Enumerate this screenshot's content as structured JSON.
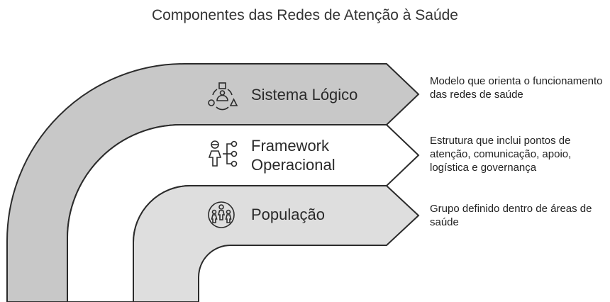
{
  "title": "Componentes das Redes de Atenção à Saúde",
  "colors": {
    "outer_band": "#c8c8c8",
    "middle_band": "#ffffff",
    "inner_band": "#dedede",
    "stroke": "#2b2b2b"
  },
  "components": [
    {
      "label_lines": [
        "Sistema Lógico"
      ],
      "icon": "network-people-icon",
      "description": "Modelo que orienta o funcionamento das redes de saúde"
    },
    {
      "label_lines": [
        "Framework",
        "Operacional"
      ],
      "icon": "person-hierarchy-icon",
      "description": "Estrutura que inclui pontos de atenção, comunicação, apoio, logística e governança"
    },
    {
      "label_lines": [
        "População"
      ],
      "icon": "population-group-icon",
      "description": "Grupo definido dentro de áreas de saúde"
    }
  ]
}
